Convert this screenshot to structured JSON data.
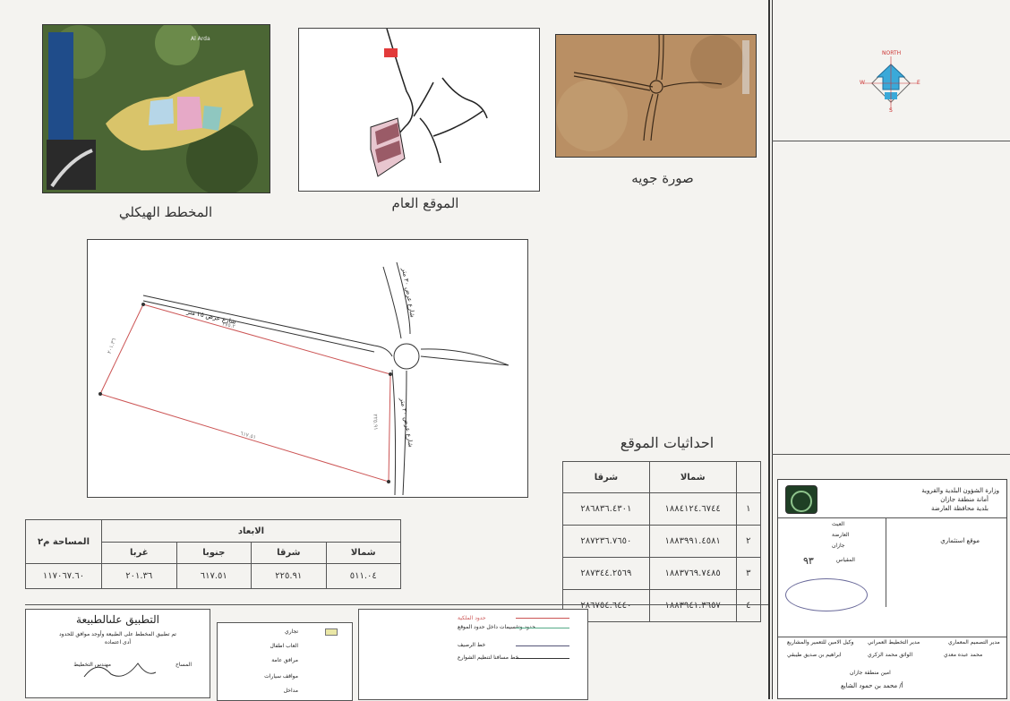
{
  "images": {
    "structural_plan_caption": "المخطط الهيكلي",
    "general_site_caption": "الموقع العام",
    "aerial_caption": "صورة جويه",
    "aerial_map_label": "Al Arda"
  },
  "site_plan": {
    "street_top": "شارع عرض ٢٥ متر",
    "street_right_top": "شارع عرض ٣٠ متر",
    "street_right_bottom": "شارع عرض ٣٠ متر",
    "len_top": "٣٧٥.٢",
    "len_right": "٢٢٥.٩١",
    "len_bottom": "٦١٧.٥١",
    "len_left": "٢٠١.٣٦"
  },
  "coordinates": {
    "title": "احداثيات الموقع",
    "headers": [
      "",
      "شمالا",
      "شرقا"
    ],
    "rows": [
      [
        "١",
        "١٨٨٤١٢٤.٦٧٤٤",
        "٢٨٦٨٣٦.٤٣٠١"
      ],
      [
        "٢",
        "١٨٨٣٩٩١.٤٥٨١",
        "٢٨٧٢٣٦.٧٦٥٠"
      ],
      [
        "٣",
        "١٨٨٣٧٦٩.٧٤٨٥",
        "٢٨٧٣٤٤.٢٥٦٩"
      ],
      [
        "٤",
        "١٨٨٣٩٤١.٣٦٥٧",
        "٢٨٦٧٥٤.٦٤٤٠"
      ]
    ]
  },
  "dimensions": {
    "header": "الابعاد",
    "area_header": "المساحة م٢",
    "cols": [
      "شمالا",
      "شرقا",
      "جنوبا",
      "غربا"
    ],
    "values": [
      "٥١١.٠٤",
      "٢٢٥.٩١",
      "٦١٧.٥١",
      "٢٠١.٣٦"
    ],
    "area": "١١٧٠٦٧.٦٠"
  },
  "nature": {
    "title": "التطبيق علىالطبيعة",
    "line1": "تم تطبيق المخطط على الطبيعة وأوجد موافق للحدود",
    "line2": "أدى اعتماده",
    "sig1": "مهندس التخطيط",
    "sig2": "المساح"
  },
  "legend_left": [
    "تجاري",
    "العاب اطفال",
    "مرافق عامة",
    "مواقف سيارات",
    "مداخل"
  ],
  "legend_right": [
    "حدود الملكية",
    "حدود وتقسيمات داخل حدود الموقع",
    "خط الرصيف",
    "خط مسافنا لتنظيم الشوارع"
  ],
  "title_block": {
    "ministry1": "وزارة الشؤون البلدية والقروية",
    "ministry2": "أمانة منطقة جازان",
    "ministry3": "بلدية محافظة العارضة",
    "project": "موقع استثماري",
    "scale_label": "المقياس",
    "city": "العيث",
    "district": "العارضة",
    "region": "جازان",
    "plan_no": "٩٣",
    "dept1": "مدير التخطيط العمراني",
    "dept2": "وكيل الامين للتعمير والمشاريع",
    "dept3": "مدير التصميم المعماري",
    "name1": "ابراهيم بن صديق طيبقي",
    "name2": "الواثق محمد الزكري",
    "name3": "محمد عبده معدي",
    "mayor_label": "امين منطقة جازان",
    "mayor": "أ/ محمد بن حمود الشايع"
  },
  "compass": {
    "north": "NORTH",
    "w": "W",
    "e": "E",
    "s": "S"
  }
}
